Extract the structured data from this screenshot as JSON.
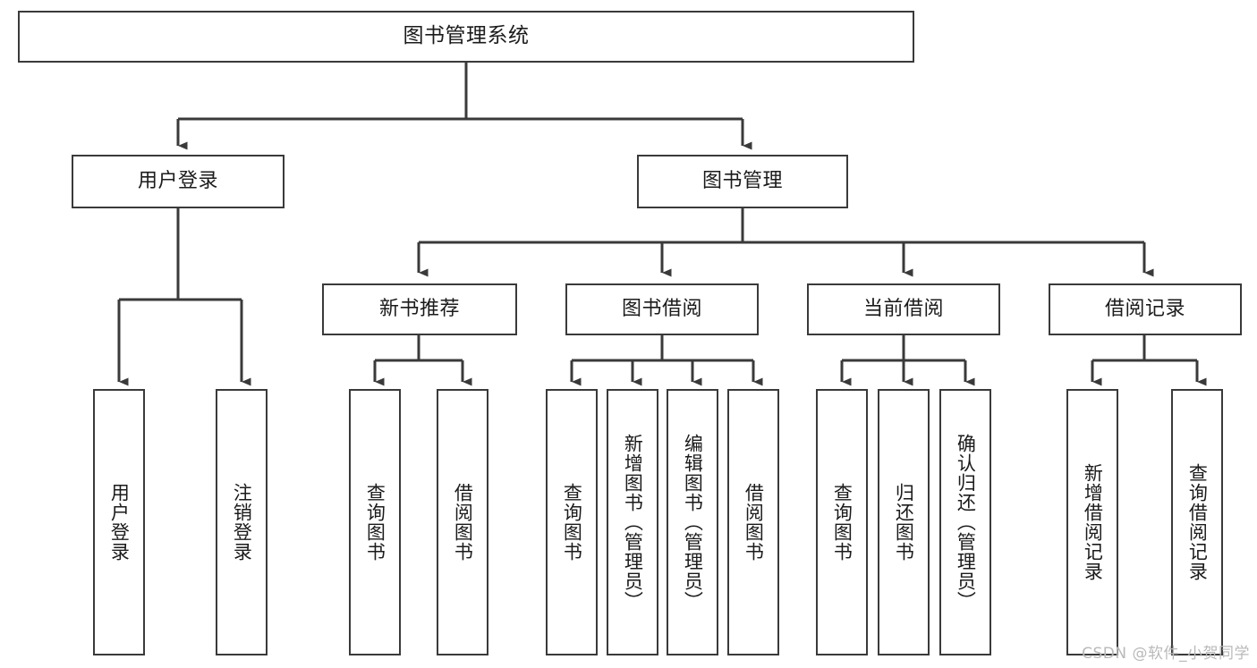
{
  "diagram": {
    "type": "tree-hierarchy-chart",
    "title": "图书管理系统",
    "stroke_color": "#3a3a3a",
    "background_color": "#ffffff",
    "text_color": "#1b1b1b",
    "levels": [
      {
        "level": 1,
        "nodes": [
          {
            "id": "root",
            "label": "图书管理系统",
            "orientation": "horizontal"
          }
        ]
      },
      {
        "level": 2,
        "nodes": [
          {
            "id": "login",
            "label": "用户登录",
            "orientation": "horizontal"
          },
          {
            "id": "bookmgmt",
            "label": "图书管理",
            "orientation": "horizontal"
          }
        ]
      },
      {
        "level": 3,
        "nodes": [
          {
            "id": "newbook",
            "label": "新书推荐",
            "orientation": "horizontal"
          },
          {
            "id": "borrow",
            "label": "图书借阅",
            "orientation": "horizontal"
          },
          {
            "id": "current",
            "label": "当前借阅",
            "orientation": "horizontal"
          },
          {
            "id": "records",
            "label": "借阅记录",
            "orientation": "horizontal"
          }
        ]
      },
      {
        "level": 4,
        "nodes": [
          {
            "id": "leaf-1",
            "label": "用户登录",
            "orientation": "vertical",
            "parent": "login"
          },
          {
            "id": "leaf-2",
            "label": "注销登录",
            "orientation": "vertical",
            "parent": "login"
          },
          {
            "id": "leaf-3",
            "label": "查询图书",
            "orientation": "vertical",
            "parent": "newbook"
          },
          {
            "id": "leaf-4",
            "label": "借阅图书",
            "orientation": "vertical",
            "parent": "newbook"
          },
          {
            "id": "leaf-5",
            "label": "查询图书",
            "orientation": "vertical",
            "parent": "borrow"
          },
          {
            "id": "leaf-6",
            "label": "新增图书（管理员）",
            "orientation": "vertical",
            "parent": "borrow"
          },
          {
            "id": "leaf-7",
            "label": "编辑图书（管理员）",
            "orientation": "vertical",
            "parent": "borrow"
          },
          {
            "id": "leaf-8",
            "label": "借阅图书",
            "orientation": "vertical",
            "parent": "borrow"
          },
          {
            "id": "leaf-9",
            "label": "查询图书",
            "orientation": "vertical",
            "parent": "current"
          },
          {
            "id": "leaf-10",
            "label": "归还图书",
            "orientation": "vertical",
            "parent": "current"
          },
          {
            "id": "leaf-11",
            "label": "确认归还（管理员）",
            "orientation": "vertical",
            "parent": "current"
          },
          {
            "id": "leaf-12",
            "label": "新增借阅记录",
            "orientation": "vertical",
            "parent": "records"
          },
          {
            "id": "leaf-13",
            "label": "查询借阅记录",
            "orientation": "vertical",
            "parent": "records"
          }
        ]
      }
    ]
  },
  "watermark": {
    "text": "CSDN @软件_小贺同学",
    "color": "#b9b9b9"
  }
}
